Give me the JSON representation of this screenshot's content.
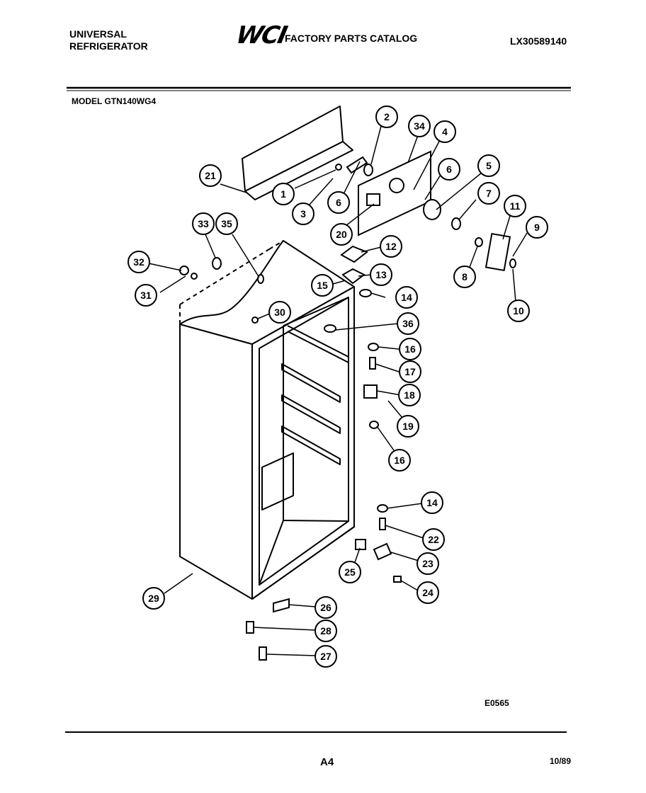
{
  "header": {
    "brand_line1": "UNIVERSAL",
    "brand_line2": "REFRIGERATOR",
    "logo": "WCI",
    "catalog_title": "FACTORY PARTS CATALOG",
    "catalog_number": "LX30589140",
    "model_label": "MODEL GTN140WG4"
  },
  "callouts": [
    "1",
    "2",
    "3",
    "4",
    "5",
    "6",
    "6",
    "7",
    "8",
    "9",
    "10",
    "11",
    "12",
    "13",
    "14",
    "14",
    "15",
    "16",
    "16",
    "17",
    "18",
    "19",
    "20",
    "21",
    "22",
    "23",
    "24",
    "25",
    "26",
    "27",
    "28",
    "29",
    "30",
    "31",
    "32",
    "33",
    "34",
    "35",
    "36"
  ],
  "footer": {
    "diagram_code": "E0565",
    "page_code": "A4",
    "date": "10/89"
  }
}
